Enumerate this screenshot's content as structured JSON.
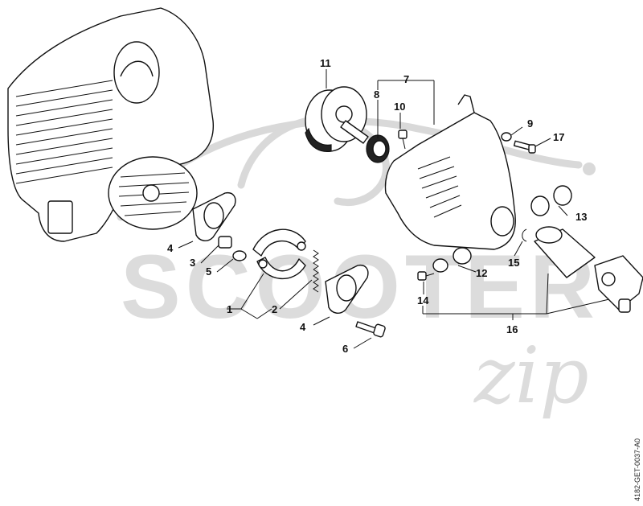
{
  "watermark": {
    "text_main": "SCOOTER",
    "text_script": "zip"
  },
  "doc_code": "4182-GET-0037-A0",
  "callouts": [
    {
      "id": "1",
      "label": "1"
    },
    {
      "id": "2",
      "label": "2"
    },
    {
      "id": "3",
      "label": "3"
    },
    {
      "id": "4a",
      "label": "4"
    },
    {
      "id": "4b",
      "label": "4"
    },
    {
      "id": "5",
      "label": "5"
    },
    {
      "id": "6",
      "label": "6"
    },
    {
      "id": "7",
      "label": "7"
    },
    {
      "id": "8",
      "label": "8"
    },
    {
      "id": "9",
      "label": "9"
    },
    {
      "id": "10",
      "label": "10"
    },
    {
      "id": "11",
      "label": "11"
    },
    {
      "id": "12",
      "label": "12"
    },
    {
      "id": "13",
      "label": "13"
    },
    {
      "id": "14",
      "label": "14"
    },
    {
      "id": "15",
      "label": "15"
    },
    {
      "id": "16",
      "label": "16"
    },
    {
      "id": "17",
      "label": "17"
    }
  ]
}
